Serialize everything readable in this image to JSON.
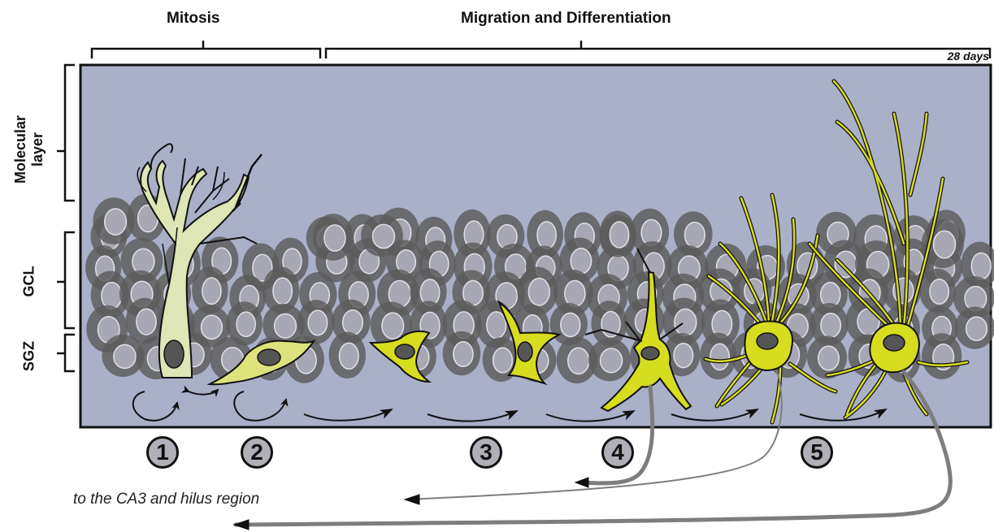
{
  "headers": {
    "mitosis": "Mitosis",
    "migration": "Migration and Differentiation",
    "duration": "28 days"
  },
  "layers": {
    "molecular_line1": "Molecular",
    "molecular_line2": "layer",
    "gcl": "GCL",
    "sgz": "SGZ"
  },
  "stages": [
    "1",
    "2",
    "3",
    "4",
    "5"
  ],
  "destination": "to the CA3 and hilus region",
  "colors": {
    "tissue": "#aab0c8",
    "cell_dark": "#5c5c5c",
    "radial_glia": "#dde6b4",
    "type2_cell": "#dde37a",
    "neuron": "#d6dc1e",
    "axon": "#7d7d7d"
  }
}
